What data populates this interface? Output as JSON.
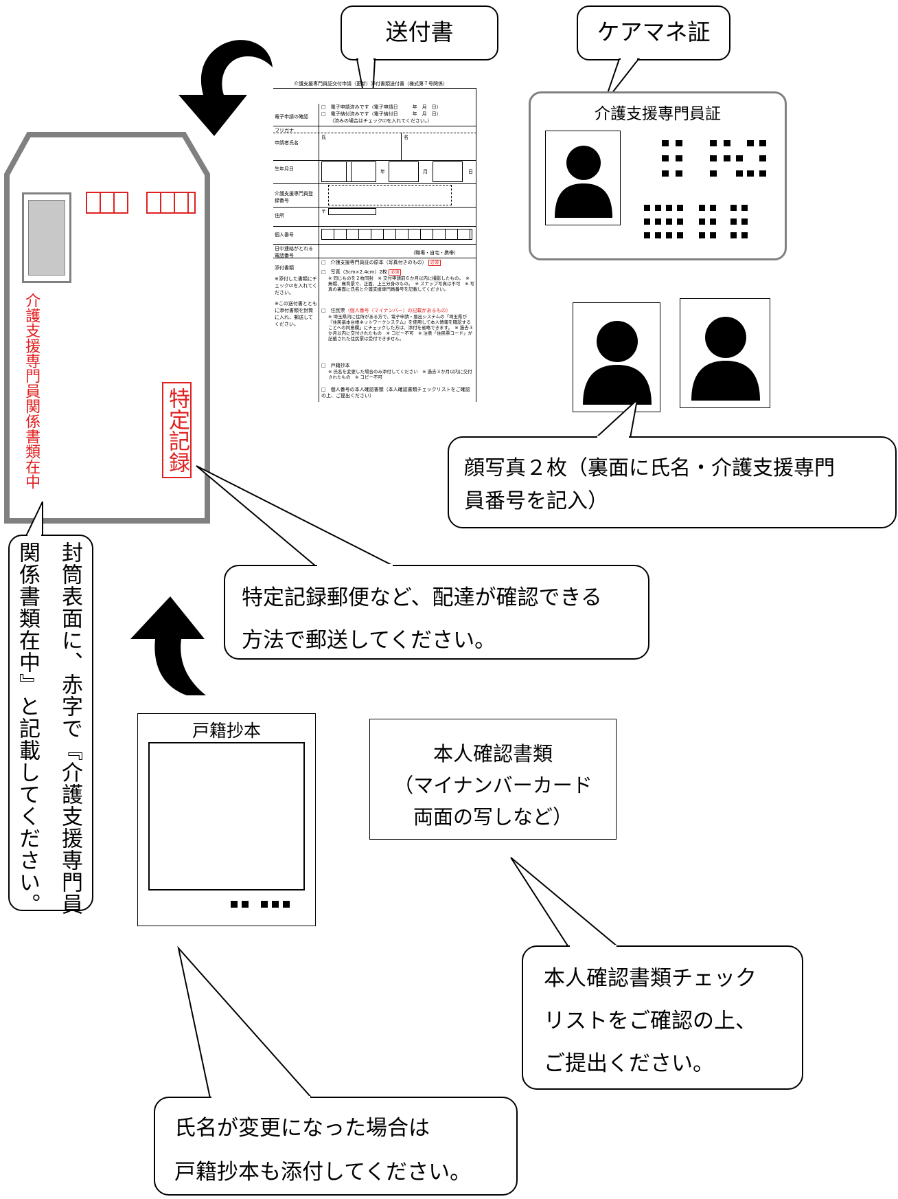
{
  "labels": {
    "sofusho": "送付書",
    "caremane": "ケアマネ証",
    "card_title": "介護支援専門員証",
    "koseki_label": "戸籍抄本",
    "id_doc_line1": "本人確認書類",
    "id_doc_line2": "（マイナンバーカード",
    "id_doc_line3": "両面の写しなど）",
    "envelope_red_vertical": "介護支援専門員関係書類在中",
    "tokutei_stamp": "特定記録"
  },
  "callouts": {
    "photos_line1": "顔写真２枚（裏面に氏名・介護支援専門",
    "photos_line2": "員番号を記入）",
    "mail_line1": "特定記録郵便など、配達が確認できる",
    "mail_line2": "方法で郵送してください。",
    "envelope_col1": "封筒表面に、赤字で『介護支援専門員",
    "envelope_col2": "関係書類在中』と記載してください。",
    "checklist_line1": "本人確認書類チェック",
    "checklist_line2": "リストをご確認の上、",
    "checklist_line3": "ご提出ください。",
    "koseki_line1": "氏名が変更になった場合は",
    "koseki_line2": "戸籍抄本も添付してください。"
  },
  "form": {
    "title": "介護支援専門員証交付申請（更新）添付書類送付書（様式第７号関係）",
    "row_denshi": "電子申請の確認",
    "denshi_1": "□　電子申請済みです（電子申請日　　　年　月　日）",
    "denshi_2": "□　電子納付済みです（電子納付日　　　年　月　日）",
    "denshi_3": "（済みの場合はチェック☑を入れてください。）",
    "row_furigana": "フリガナ",
    "row_name": "申請者氏名",
    "name_shi": "氏",
    "name_mei": "名",
    "row_birth": "生年月日",
    "birth_nen": "年",
    "birth_tsuki": "月",
    "birth_hi": "日",
    "row_regno": "介護支援専門員登録番号",
    "row_address": "住所",
    "addr_mark": "〒",
    "row_mynumber": "個人番号",
    "row_phone": "日中連絡がとれる電話番号",
    "phone_note": "（職場・自宅・携帯）",
    "row_attach": "添付書類",
    "attach_note1": "※添付した書類にチェック☑を入れてください。",
    "attach_note2": "※この送付書とともに添付書類を封筒に入れ、郵送してください。",
    "item1": "□　介護支援専門員証の原本（写真付きのもの）",
    "item2": "□　写真（3cm×2.4cm）2枚",
    "item2_sub": "※ 同じものを２枚同封　※ 交付申請前６か月以内に撮影したもの。　※ 無帽、無背景で、正面、上三分身のもの。　※ スナップ写真は不可　※ 写真の裏面に氏名と介護支援専門員番号を記載してください。",
    "item3": "□　住民票",
    "item3_red": "（個人番号（マイナンバー）の記載があるもの）",
    "item3_sub": "※ 埼玉県内に住所がある方で、電子申請・届出システムの「埼玉県が『住民基本台帳ネットワークシステム』を使用して本人情報を確認することへの同意欄」にチェックした方は、添付を省略できます。　※ 過去３か月以内に交付されたもの　※ コピー不可　※ 注意「住民票コード」が記載された住民票は受付できません。",
    "item4": "□　戸籍抄本",
    "item4_sub": "※ 氏名を変更した場合のみ添付してください　※ 過去３か月以内に交付されたもの　※ コピー不可",
    "item5": "□　個人番号の本人確認書類（本人確認書類チェックリストをご確認の上、ご提出ください）",
    "hissu": "必須"
  },
  "colors": {
    "red": "#e02020",
    "gray_border": "#808080",
    "photo_box": "#c8c8c8"
  }
}
